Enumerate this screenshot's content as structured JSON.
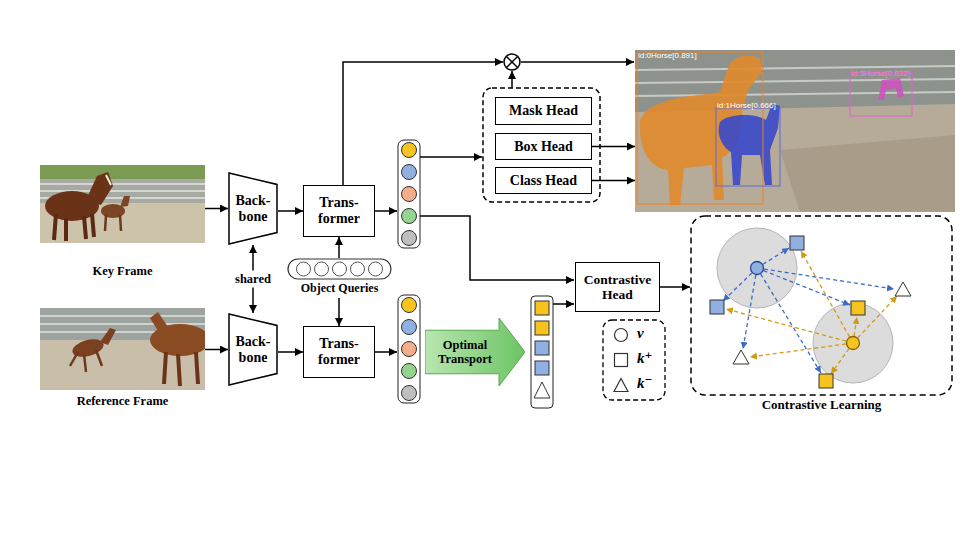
{
  "diagram": {
    "nodes": [
      {
        "text": [
          "Key Frame"
        ]
      },
      {
        "text": [
          "Back- bone"
        ]
      },
      {
        "text": [
          "Trans- former"
        ]
      },
      {
        "text": [
          "Mask Head"
        ]
      },
      {
        "text": [
          "Box Head"
        ]
      },
      {
        "text": [
          "Class Head"
        ]
      },
      {
        "text": [
          "id:0Horse[0.891]",
          "id:3Horse[0.832]",
          "id:1Horse[0.666]"
        ]
      },
      {
        "text": [
          "Object Queries"
        ]
      },
      {
        "text": [
          "Reference Frame"
        ]
      },
      {
        "text": [
          "Back- bone"
        ]
      },
      {
        "text": [
          "Trans- former"
        ]
      },
      {
        "text": [
          "Optimal Transport"
        ]
      },
      {
        "text": [
          "Contrastive Head"
        ]
      },
      {
        "text": [
          "Contrastive Learning"
        ]
      }
    ],
    "edges": [
      {
        "from": 0,
        "to": 1,
        "arrow": "to"
      },
      {
        "from": 1,
        "to": 2,
        "arrow": "to"
      },
      {
        "from": 1,
        "to": 9,
        "label": "shared",
        "arrow": "both"
      },
      {
        "from": 7,
        "to": 2,
        "arrow": "to"
      },
      {
        "from": 4,
        "to": 6,
        "arrow": "to"
      },
      {
        "from": 5,
        "to": 6,
        "arrow": "to"
      },
      {
        "from": 8,
        "to": 9,
        "arrow": "to"
      },
      {
        "from": 9,
        "to": 10,
        "arrow": "to"
      },
      {
        "from": 7,
        "to": 10,
        "arrow": "to"
      },
      {
        "from": 12,
        "to": 13,
        "arrow": "to"
      }
    ],
    "legend": [
      {
        "text": "v"
      },
      {
        "text": "k⁺"
      },
      {
        "text": "k⁻"
      }
    ]
  }
}
